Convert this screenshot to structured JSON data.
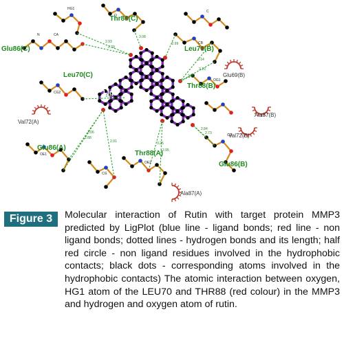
{
  "figure": {
    "ligand_label": "Lig1",
    "residues_hbond": [
      {
        "name": "Thr88(C)"
      },
      {
        "name": "Glu86(C)"
      },
      {
        "name": "Leu70(B)"
      },
      {
        "name": "Thr88(B)"
      },
      {
        "name": "Leu70(C)"
      },
      {
        "name": "Glu86(A)"
      },
      {
        "name": "Thr88(A)"
      },
      {
        "name": "Glu86(B)"
      }
    ],
    "residues_hydrophobic": [
      {
        "name": "Glu69(B)"
      },
      {
        "name": "Ala87(B)"
      },
      {
        "name": "Val72(A)"
      },
      {
        "name": "Val72(B)"
      },
      {
        "name": "Ala87(A)"
      }
    ],
    "hbond_distances": [
      "3.08",
      "2.79",
      "2.93",
      "2.99",
      "3.14",
      "2.75",
      "2.74",
      "3.06",
      "2.91",
      "3.25",
      "2.84",
      "2.73",
      "3.10",
      "2.95",
      "2.88"
    ],
    "atom_labels": [
      "O",
      "N",
      "CA",
      "C",
      "CB",
      "OG1",
      "CG2",
      "OE1",
      "OE2",
      "CD",
      "CG",
      "HG1"
    ],
    "colors": {
      "ligand_bond": "#7a2fb0",
      "residue_bond": "#d48a1a",
      "hbond": "#2aa02a",
      "hydrophobic": "#c0392b",
      "carbon": "#000000",
      "oxygen": "#e02020",
      "nitrogen": "#2040c0",
      "label_green": "#1e8a1e",
      "badge": "#1f6f7e"
    }
  },
  "caption": {
    "badge": "Figure 3",
    "text": "Molecular interaction of Rutin with target protein MMP3 predicted by LigPlot (blue line - ligand bonds; red line - non ligand bonds; dotted lines - hydrogen bonds and its length; half red circle - non ligand residues involved in the hydrophobic contacts; black dots - corresponding atoms involved in the hydrophobic contacts) The atomic interaction between oxygen, HG1 atom of the LEU70 and THR88 (red colour) in the MMP3 and hydrogen and oxygen atom of rutin."
  }
}
